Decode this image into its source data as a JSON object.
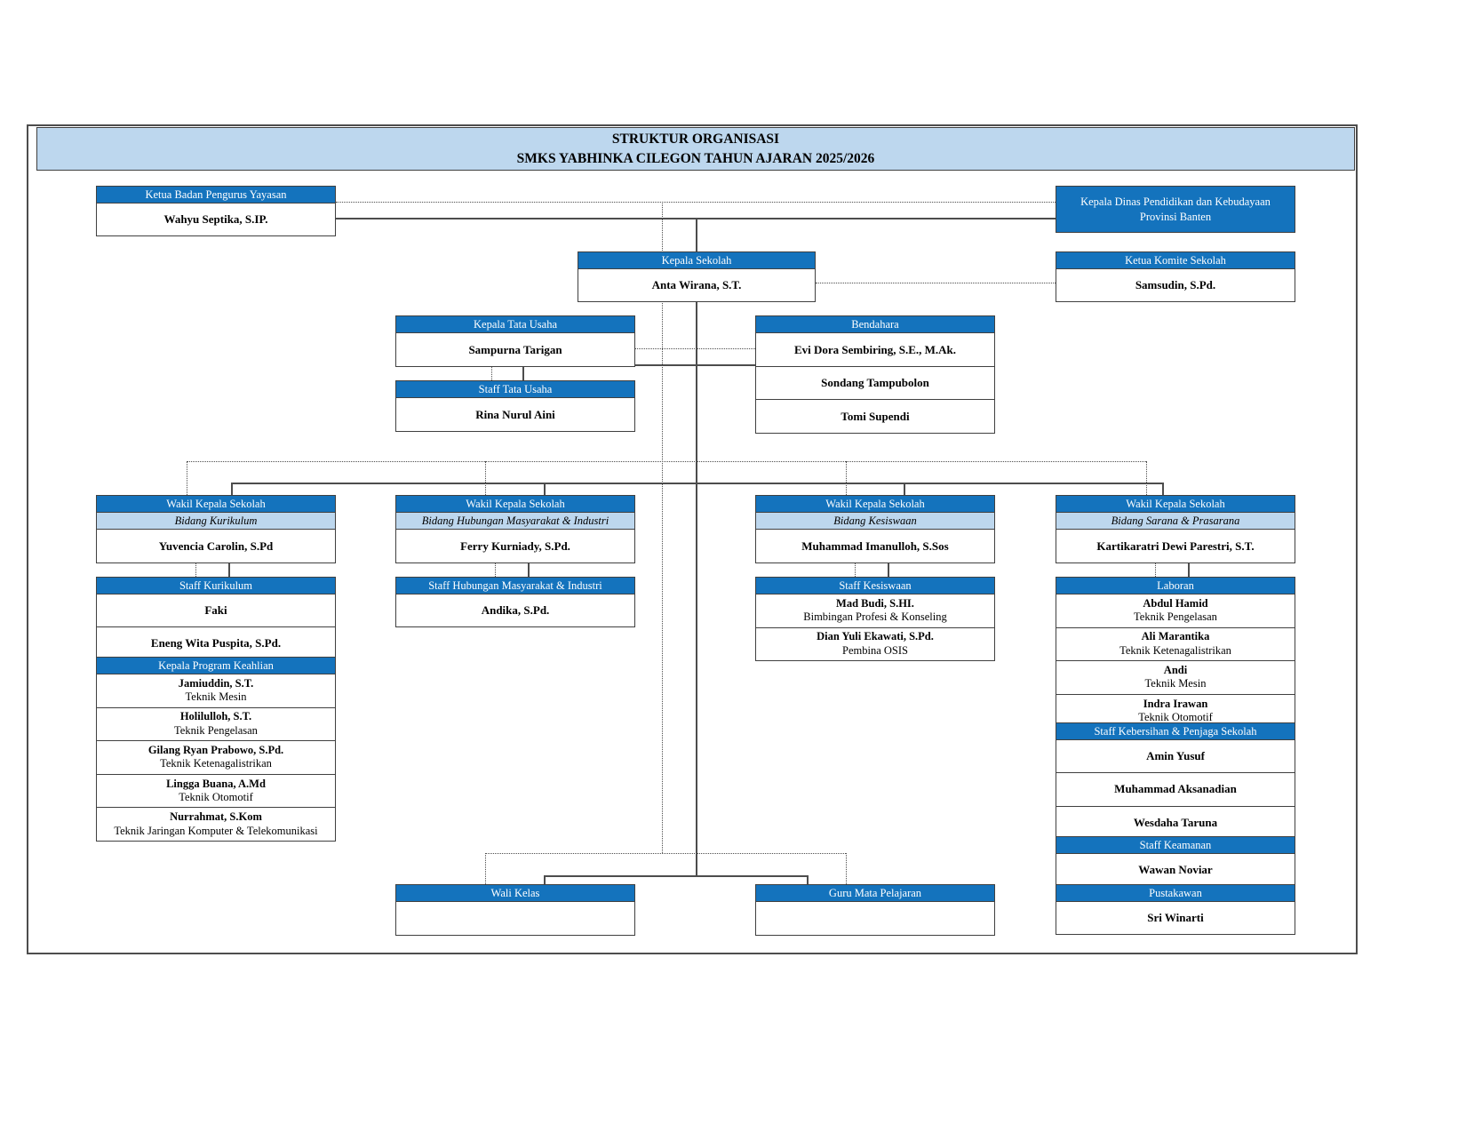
{
  "title": {
    "line1": "STRUKTUR ORGANISASI",
    "line2": "SMKS YABHINKA CILEGON TAHUN AJARAN 2025/2026"
  },
  "colors": {
    "header_blue": "#1473BD",
    "light_blue": "#BDD7EE",
    "border_gray": "#404040"
  },
  "nodes": {
    "yayasan": {
      "header": "Ketua Badan Pengurus Yayasan",
      "name": "Wahyu Septika, S.IP."
    },
    "dinas": {
      "line1": "Kepala Dinas Pendidikan dan Kebudayaan",
      "line2": "Provinsi Banten"
    },
    "kepsek": {
      "header": "Kepala Sekolah",
      "name": "Anta Wirana, S.T."
    },
    "komite": {
      "header": "Ketua Komite Sekolah",
      "name": "Samsudin, S.Pd."
    },
    "tata_usaha": {
      "header": "Kepala Tata Usaha",
      "name": "Sampurna Tarigan"
    },
    "staff_tu": {
      "header": "Staff Tata Usaha",
      "name": "Rina Nurul Aini"
    },
    "bendahara": {
      "header": "Bendahara",
      "members": [
        "Evi Dora Sembiring, S.E., M.Ak.",
        "Sondang Tampubolon",
        "Tomi Supendi"
      ]
    },
    "wakil_kurikulum": {
      "header": "Wakil Kepala Sekolah",
      "bidang": "Bidang Kurikulum",
      "name": "Yuvencia Carolin, S.Pd"
    },
    "wakil_humas": {
      "header": "Wakil Kepala Sekolah",
      "bidang": "Bidang Hubungan Masyarakat & Industri",
      "name": "Ferry Kurniady, S.Pd."
    },
    "wakil_kesiswaan": {
      "header": "Wakil Kepala Sekolah",
      "bidang": "Bidang Kesiswaan",
      "name": "Muhammad Imanulloh, S.Sos"
    },
    "wakil_sarana": {
      "header": "Wakil Kepala Sekolah",
      "bidang": "Bidang Sarana & Prasarana",
      "name": "Kartikaratri Dewi Parestri, S.T."
    },
    "staff_kurikulum": {
      "header": "Staff Kurikulum",
      "members": [
        "Faki",
        "Eneng Wita Puspita, S.Pd."
      ]
    },
    "kepala_program": {
      "header": "Kepala Program Keahlian",
      "members": [
        {
          "name": "Jamiuddin, S.T.",
          "dept": "Teknik Mesin"
        },
        {
          "name": "Holilulloh, S.T.",
          "dept": "Teknik Pengelasan"
        },
        {
          "name": "Gilang Ryan Prabowo, S.Pd.",
          "dept": "Teknik Ketenagalistrikan"
        },
        {
          "name": "Lingga Buana, A.Md",
          "dept": "Teknik Otomotif"
        },
        {
          "name": "Nurrahmat, S.Kom",
          "dept": "Teknik Jaringan Komputer & Telekomunikasi"
        }
      ]
    },
    "staff_humas": {
      "header": "Staff Hubungan Masyarakat & Industri",
      "name": "Andika, S.Pd."
    },
    "staff_kesiswaan": {
      "header": "Staff Kesiswaan",
      "members": [
        {
          "name": "Mad Budi, S.HI.",
          "dept": "Bimbingan Profesi & Konseling"
        },
        {
          "name": "Dian Yuli Ekawati, S.Pd.",
          "dept": "Pembina OSIS"
        }
      ]
    },
    "laboran": {
      "header": "Laboran",
      "members": [
        {
          "name": "Abdul Hamid",
          "dept": "Teknik Pengelasan"
        },
        {
          "name": "Ali Marantika",
          "dept": "Teknik Ketenagalistrikan"
        },
        {
          "name": "Andi",
          "dept": "Teknik Mesin"
        },
        {
          "name": "Indra Irawan",
          "dept": "Teknik Otomotif"
        }
      ]
    },
    "staff_kebersihan": {
      "header": "Staff Kebersihan & Penjaga Sekolah",
      "members": [
        "Amin Yusuf",
        "Muhammad Aksanadian",
        "Wesdaha Taruna"
      ]
    },
    "staff_keamanan": {
      "header": "Staff Keamanan",
      "name": "Wawan Noviar"
    },
    "pustakawan": {
      "header": "Pustakawan",
      "name": "Sri Winarti"
    },
    "wali_kelas": {
      "header": "Wali Kelas"
    },
    "guru_mapel": {
      "header": "Guru Mata Pelajaran"
    }
  }
}
